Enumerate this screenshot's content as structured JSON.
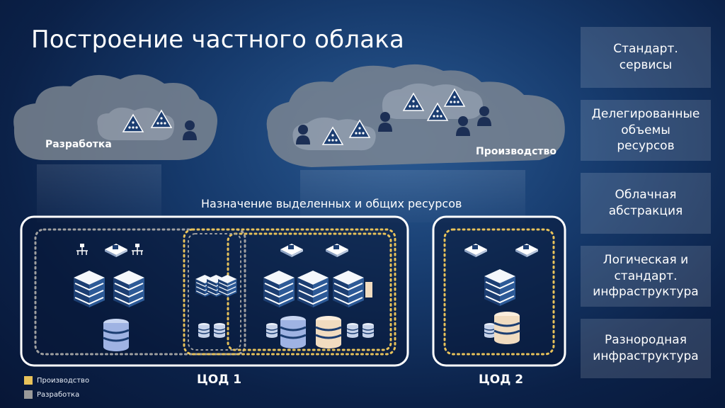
{
  "title": "Построение частного облака",
  "clouds": {
    "dev_label": "Разработка",
    "prod_label": "Производство"
  },
  "assignment_label": "Назначение выделенных и общих ресурсов",
  "datacenters": {
    "dc1": "ЦОД 1",
    "dc2": "ЦОД 2"
  },
  "side_layers": [
    "Стандарт.\nсервисы",
    "Делегированные\nобъемы\nресурсов",
    "Облачная\nабстракция",
    "Логическая и\nстандарт.\nинфраструктура",
    "Разнородная\nинфраструктура"
  ],
  "legend": [
    {
      "label": "Производство",
      "color": "#e8c25a"
    },
    {
      "label": "Разработка",
      "color": "#9a9a9a"
    }
  ],
  "colors": {
    "production": "#e8c25a",
    "development": "#a0a0a0",
    "outline": "#ffffff",
    "cloud": "#7e8793"
  }
}
